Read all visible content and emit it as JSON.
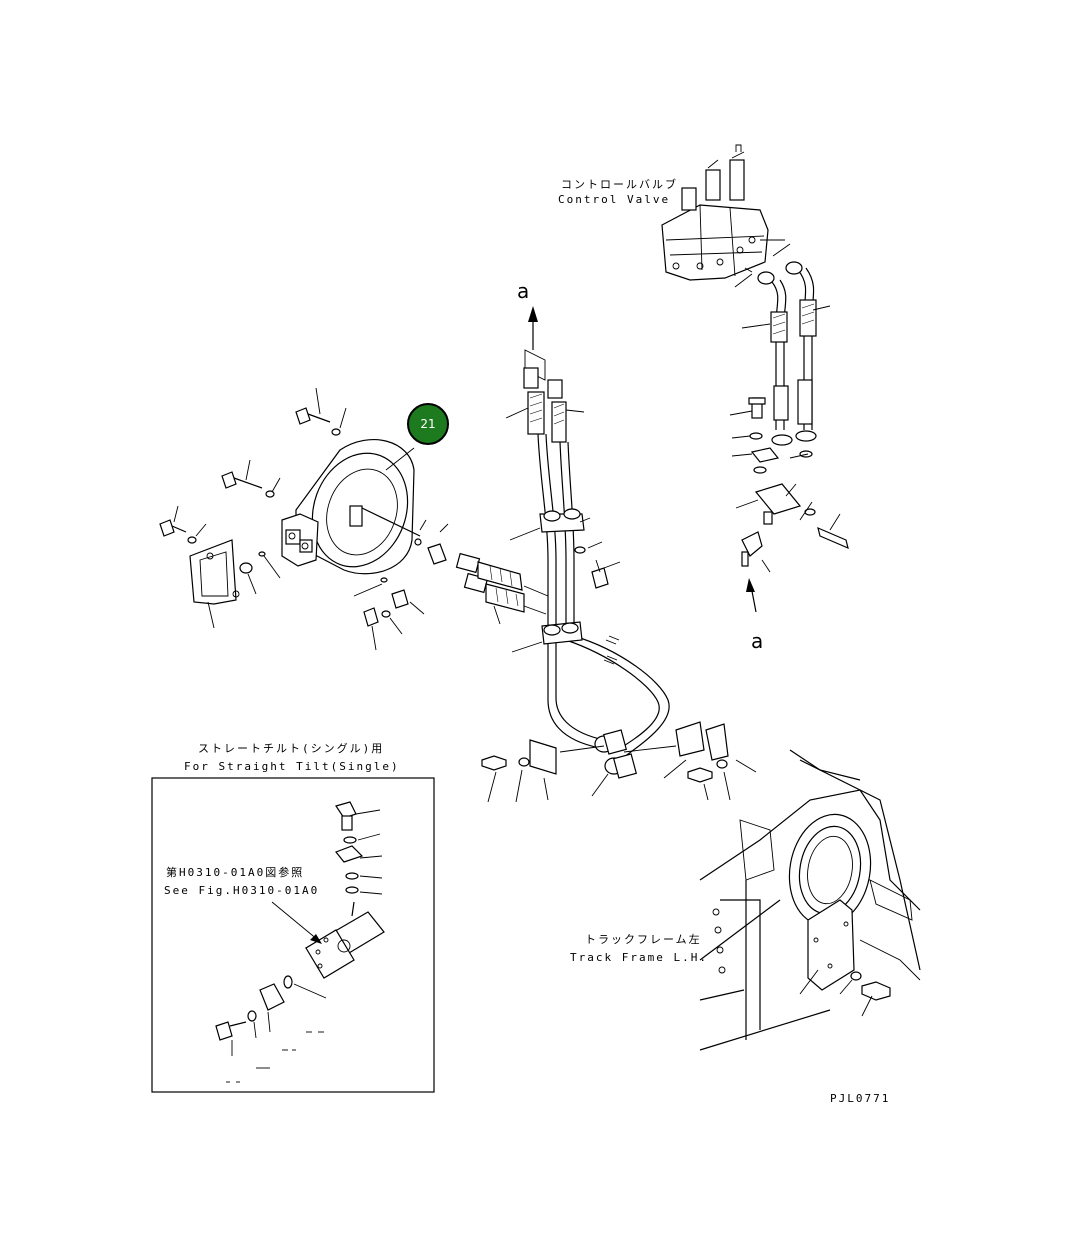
{
  "labels": {
    "control_valve_jp": "コントロールバルブ",
    "control_valve_en": "Control Valve",
    "arrow_a_top": "a",
    "arrow_a_right": "a",
    "straight_tilt_jp": "ストレートチルト(シングル)用",
    "straight_tilt_en": "For Straight Tilt(Single)",
    "see_fig_jp": "第H0310-01A0図参照",
    "see_fig_en": "See Fig.H0310-01A0",
    "track_frame_jp": "トラックフレーム左",
    "track_frame_en": "Track Frame L.H.",
    "drawing_code": "PJL0771"
  },
  "callout": {
    "number": "21",
    "color": "#1e7a1e"
  }
}
